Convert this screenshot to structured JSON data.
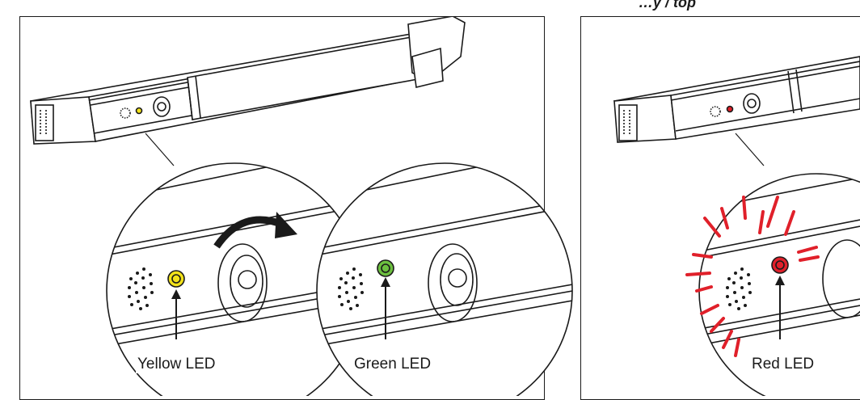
{
  "header": {
    "partial_title": "…y / top"
  },
  "left_panel": {
    "callouts": [
      {
        "label": "Yellow LED",
        "led_color": "#f2e21a"
      },
      {
        "label": "Green LED",
        "led_color": "#6cbf3f"
      }
    ]
  },
  "right_panel": {
    "callouts": [
      {
        "label": "Red LED",
        "led_color": "#e0202a"
      }
    ],
    "flash_color": "#e0202a"
  }
}
